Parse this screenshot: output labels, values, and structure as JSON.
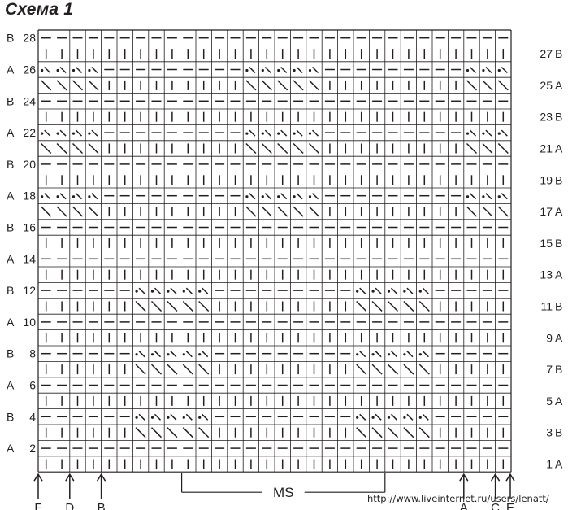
{
  "title": "Схема 1",
  "grid": {
    "cols": 30,
    "rows": [
      {
        "num": 28,
        "side": "B",
        "pattern": "dash"
      },
      {
        "num": 27,
        "side": "B",
        "pattern": "bar"
      },
      {
        "num": 26,
        "side": "A",
        "pattern": "dotslash",
        "spans": [
          [
            0,
            3
          ],
          [
            13,
            17
          ],
          [
            27,
            29
          ]
        ]
      },
      {
        "num": 25,
        "side": "A",
        "pattern": "slash",
        "spans": [
          [
            0,
            3
          ],
          [
            13,
            17
          ],
          [
            27,
            29
          ]
        ]
      },
      {
        "num": 24,
        "side": "B",
        "pattern": "dash"
      },
      {
        "num": 23,
        "side": "B",
        "pattern": "bar"
      },
      {
        "num": 22,
        "side": "A",
        "pattern": "dotslash",
        "spans": [
          [
            0,
            3
          ],
          [
            13,
            17
          ],
          [
            27,
            29
          ]
        ]
      },
      {
        "num": 21,
        "side": "A",
        "pattern": "slash",
        "spans": [
          [
            0,
            3
          ],
          [
            13,
            17
          ],
          [
            27,
            29
          ]
        ]
      },
      {
        "num": 20,
        "side": "B",
        "pattern": "dash"
      },
      {
        "num": 19,
        "side": "B",
        "pattern": "bar"
      },
      {
        "num": 18,
        "side": "A",
        "pattern": "dotslash",
        "spans": [
          [
            0,
            3
          ],
          [
            13,
            17
          ],
          [
            27,
            29
          ]
        ]
      },
      {
        "num": 17,
        "side": "A",
        "pattern": "slash",
        "spans": [
          [
            0,
            3
          ],
          [
            13,
            17
          ],
          [
            27,
            29
          ]
        ]
      },
      {
        "num": 16,
        "side": "B",
        "pattern": "dash"
      },
      {
        "num": 15,
        "side": "B",
        "pattern": "bar"
      },
      {
        "num": 14,
        "side": "A",
        "pattern": "dash"
      },
      {
        "num": 13,
        "side": "A",
        "pattern": "bar"
      },
      {
        "num": 12,
        "side": "B",
        "pattern": "dotslash",
        "spans": [
          [
            6,
            10
          ],
          [
            20,
            24
          ]
        ]
      },
      {
        "num": 11,
        "side": "B",
        "pattern": "slash",
        "spans": [
          [
            6,
            10
          ],
          [
            20,
            24
          ]
        ]
      },
      {
        "num": 10,
        "side": "A",
        "pattern": "dash"
      },
      {
        "num": 9,
        "side": "A",
        "pattern": "bar"
      },
      {
        "num": 8,
        "side": "B",
        "pattern": "dotslash",
        "spans": [
          [
            6,
            10
          ],
          [
            20,
            24
          ]
        ]
      },
      {
        "num": 7,
        "side": "B",
        "pattern": "slash",
        "spans": [
          [
            6,
            10
          ],
          [
            20,
            24
          ]
        ]
      },
      {
        "num": 6,
        "side": "A",
        "pattern": "dash"
      },
      {
        "num": 5,
        "side": "A",
        "pattern": "bar"
      },
      {
        "num": 4,
        "side": "B",
        "pattern": "dotslash",
        "spans": [
          [
            6,
            10
          ],
          [
            20,
            24
          ]
        ]
      },
      {
        "num": 3,
        "side": "B",
        "pattern": "slash",
        "spans": [
          [
            6,
            10
          ],
          [
            20,
            24
          ]
        ]
      },
      {
        "num": 2,
        "side": "A",
        "pattern": "dash"
      },
      {
        "num": 1,
        "side": "A",
        "pattern": "bar"
      }
    ]
  },
  "markers": {
    "bottom_left": [
      "F",
      "D",
      "B"
    ],
    "bottom_right": [
      "A",
      "C",
      "E"
    ],
    "repeat_label": "MS",
    "repeat_start_col": 9,
    "repeat_end_col": 22
  },
  "watermark": "http://www.liveinternet.ru/users/lenatt/"
}
